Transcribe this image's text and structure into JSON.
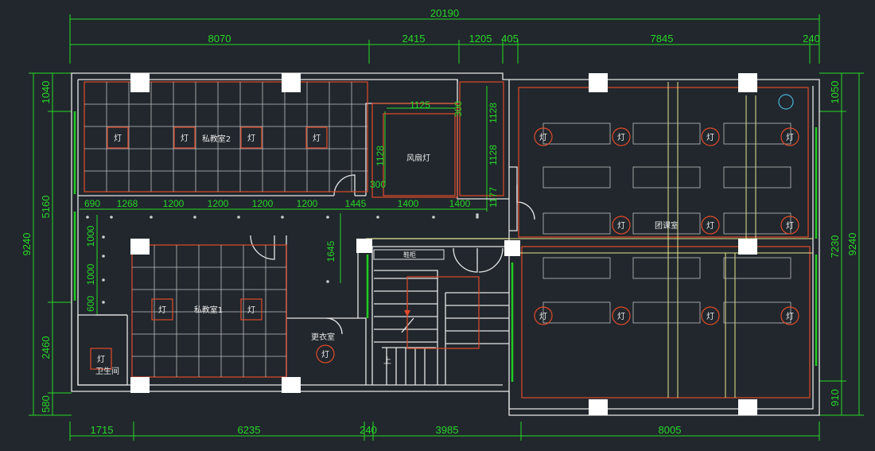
{
  "overall": {
    "total_width": "20190",
    "total_height": "9240"
  },
  "top_dims": [
    "8070",
    "2415",
    "1205",
    "405",
    "7845",
    "240"
  ],
  "bottom_dims": [
    "1715",
    "6235",
    "240",
    "3985",
    "8005"
  ],
  "left_dims": [
    "1040",
    "5160",
    "2460",
    "580"
  ],
  "right_dims": [
    "1050",
    "7230",
    "910"
  ],
  "inner_dims": {
    "row": [
      "690",
      "1268",
      "1200",
      "1200",
      "1200",
      "1200",
      "1445",
      "1400",
      "1400"
    ],
    "left_col": [
      "1000",
      "1000",
      "600"
    ],
    "mid_col": [
      "1128",
      "1128",
      "1177"
    ],
    "fan_top": "1125",
    "fan_side": "300",
    "fan_side2": "300",
    "fan_left": "1128",
    "corridor": "1645"
  },
  "rooms": {
    "private2": "私教室2",
    "private1": "私教室1",
    "group": "团课室",
    "changing": "更衣室",
    "toilet": "卫生间",
    "fan_lamp": "风扇灯",
    "stairs_up": "上",
    "shoe_rack": "鞋柜"
  },
  "lamp_label": "灯",
  "colors": {
    "bg": "#21272d",
    "wall": "#e6e6e6",
    "dim": "#27d827",
    "ceiling": "#e04a2a",
    "grid": "#bfbfbf",
    "beam": "#e6e68a"
  }
}
